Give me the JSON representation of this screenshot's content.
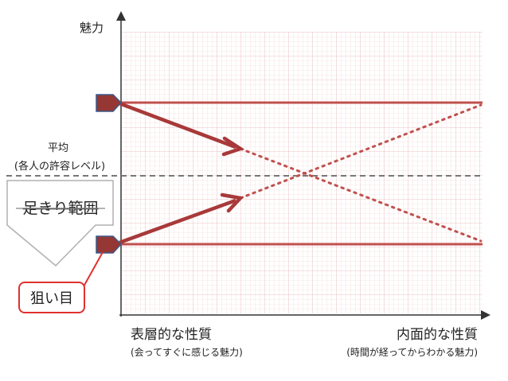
{
  "y_axis_label": "魅力",
  "x_axis_left_label": "表層的な性質",
  "x_axis_left_sub": "(会ってすぐに感じる魅力)",
  "x_axis_right_label": "内面的な性質",
  "x_axis_right_sub": "(時間が経ってからわかる魅力)",
  "average_label": "平均",
  "average_sub": "(各人の許容レベル)",
  "cutoff_label": "足きり範囲",
  "target_label": "狙い目",
  "colors": {
    "line": "#c0504d",
    "arrow": "#a8393a",
    "marker": "#953735",
    "grid": "#f2d4d4",
    "average": "#777777",
    "target_border": "#e0302e",
    "target_text": "#c0202a"
  }
}
